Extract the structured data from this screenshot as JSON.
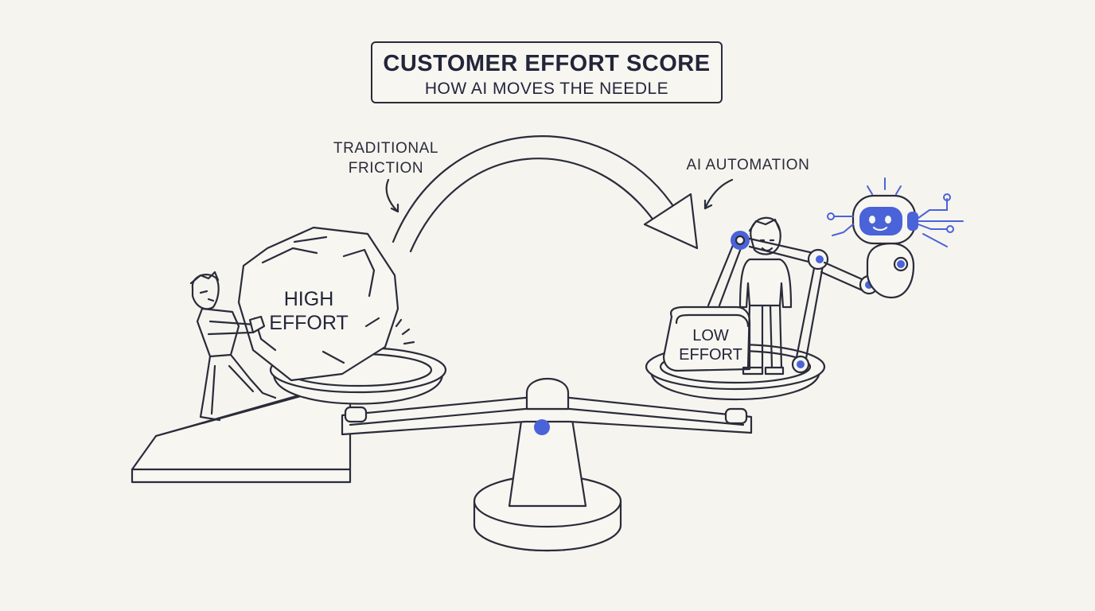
{
  "title": {
    "main": "CUSTOMER EFFORT SCORE",
    "subtitle": "HOW AI MOVES THE NEEDLE"
  },
  "annotations": {
    "traditional_line1": "TRADITIONAL",
    "traditional_line2": "FRICTION",
    "ai_automation": "AI AUTOMATION"
  },
  "left_pan": {
    "boulder_line1": "HIGH",
    "boulder_line2": "EFFORT"
  },
  "right_pan": {
    "block_line1": "LOW",
    "block_line2": "EFFORT"
  },
  "colors": {
    "background": "#f5f4ef",
    "ink": "#2a2c3a",
    "accent": "#4a63d8"
  }
}
